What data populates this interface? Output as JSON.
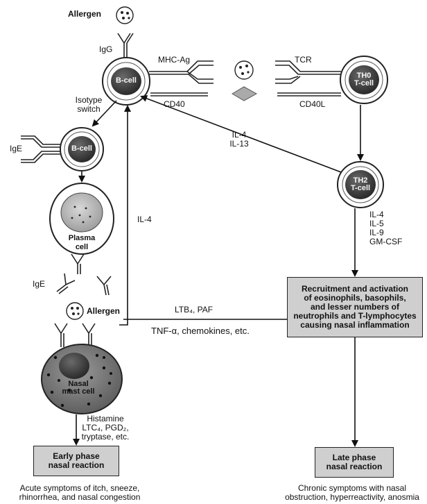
{
  "labels": {
    "allergen_top": "Allergen",
    "igg": "IgG",
    "mhc_ag": "MHC-Ag",
    "tcr": "TCR",
    "cd40": "CD40",
    "cd40l": "CD40L",
    "isotype_switch": "Isotype\nswitch",
    "ige_top": "IgE",
    "il4_il13": "IL-4\nIL-13",
    "il4_mid": "IL-4",
    "th2_cytokines": "IL-4\nIL-5\nIL-9\nGM-CSF",
    "ige_mid": "IgE",
    "allergen_mid": "Allergen",
    "ltb4_paf": "LTB₄, PAF",
    "tnf": "TNF-α, chemokines, etc.",
    "mediators": "Histamine\nLTC₄, PGD₂,\ntryptase, etc.",
    "acute_symptoms": "Acute symptoms of itch, sneeze,\nrhinorrhea, and nasal congestion",
    "chronic_symptoms": "Chronic symptoms with nasal\nobstruction, hyperreactivity, anosmia"
  },
  "cells": {
    "bcell_top": "B-cell",
    "th0": "TH0\nT-cell",
    "bcell_mid": "B-cell",
    "plasma": "Plasma\ncell",
    "th2": "TH2\nT-cell",
    "mast": "Nasal\nmast cell"
  },
  "boxes": {
    "recruitment": "Recruitment and activation\nof eosinophils, basophils,\nand lesser numbers of\nneutrophils and T-lymphocytes\ncausing nasal inflammation",
    "early_phase": "Early phase\nnasal reaction",
    "late_phase": "Late phase\nnasal reaction"
  }
}
